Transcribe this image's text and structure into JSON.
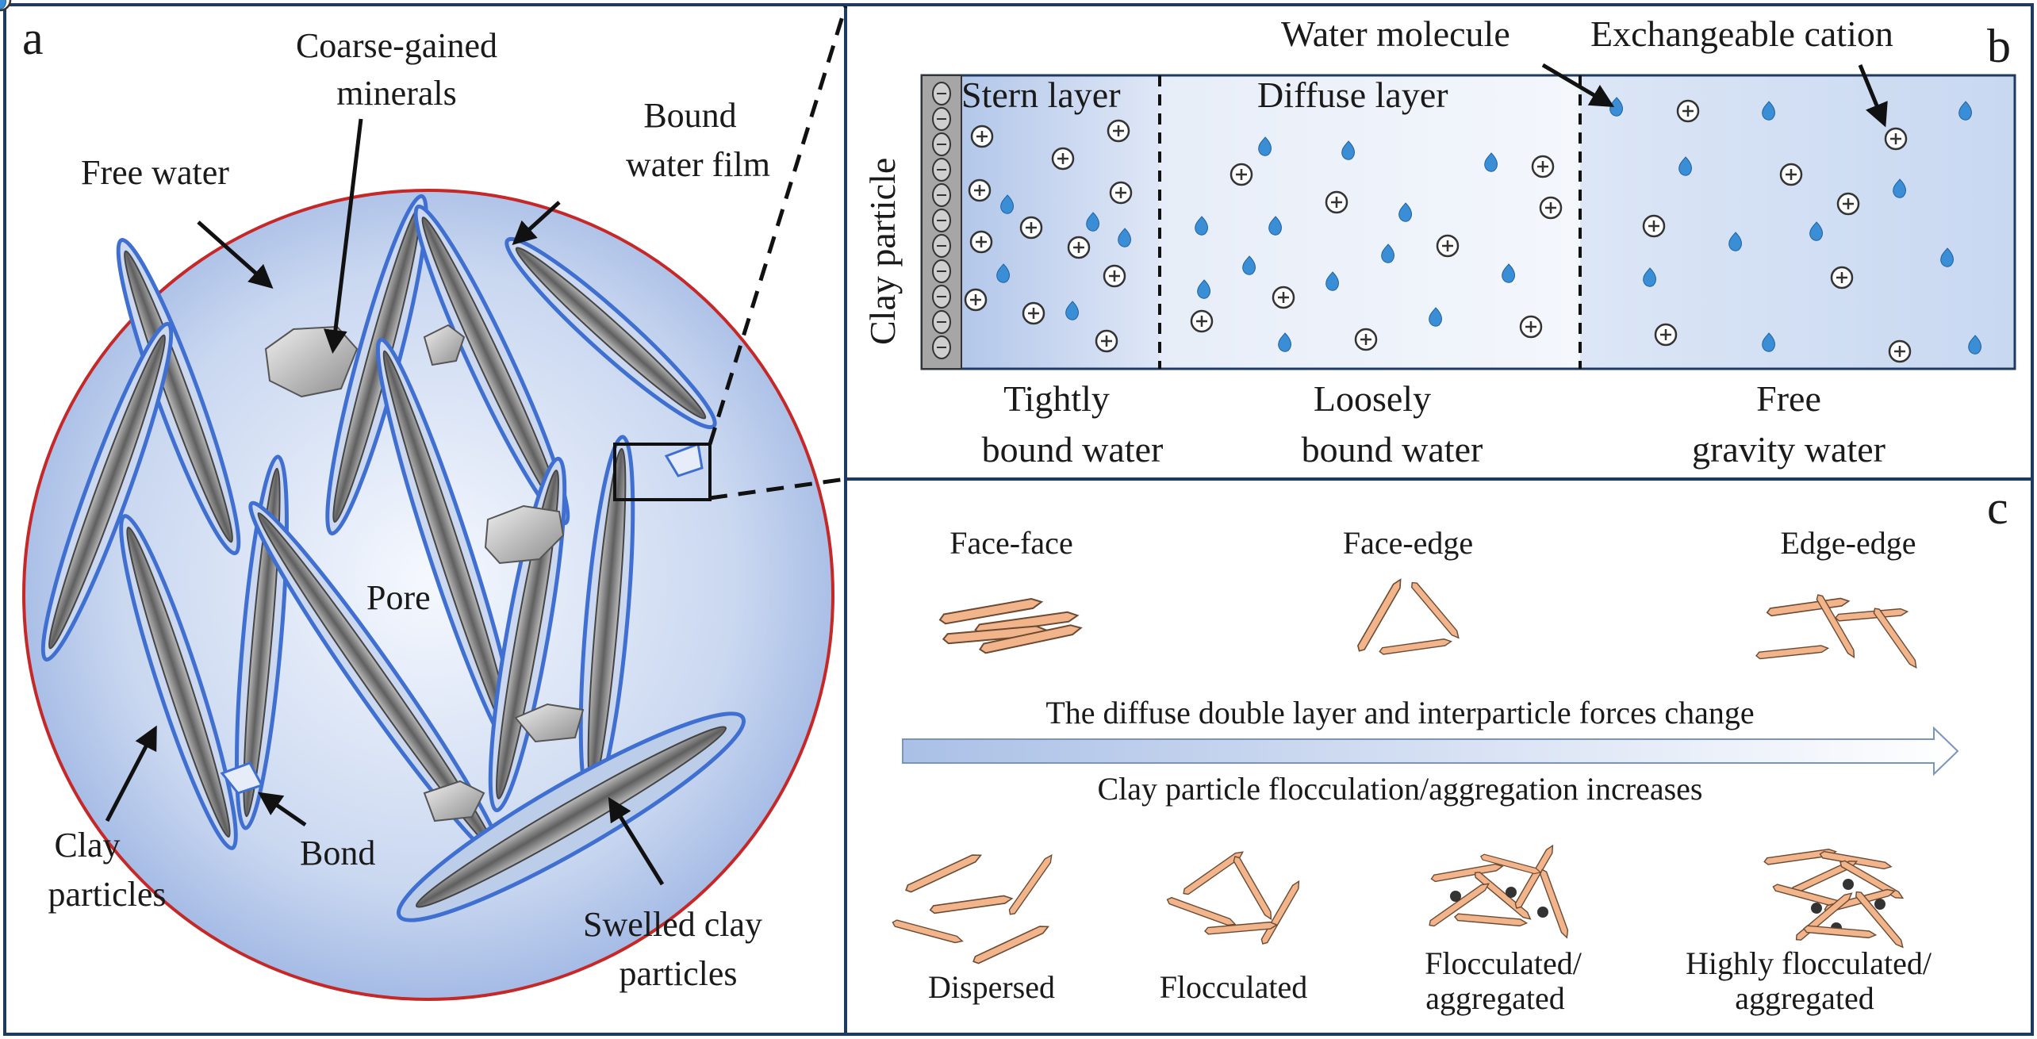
{
  "panel_a": {
    "letter": "a",
    "coarse": [
      "Coarse-gained",
      "minerals"
    ],
    "free_water": "Free water",
    "bound_film": [
      "Bound",
      "water film"
    ],
    "pore": "Pore",
    "clay_particles": [
      "Clay",
      "particles"
    ],
    "bond": "Bond",
    "swelled": [
      "Swelled clay",
      "particles"
    ]
  },
  "panel_b": {
    "letter": "b",
    "water_molecule": "Water molecule",
    "cation": "Exchangeable cation",
    "clay_particle": "Clay particle",
    "stern": "Stern layer",
    "diffuse": "Diffuse layer",
    "tightly": [
      "Tightly",
      "bound water"
    ],
    "loosely": [
      "Loosely",
      "bound water"
    ],
    "free": [
      "Free",
      "gravity water"
    ]
  },
  "panel_c": {
    "letter": "c",
    "face_face": "Face-face",
    "face_edge": "Face-edge",
    "edge_edge": "Edge-edge",
    "arrow_top": "The diffuse double layer and interparticle forces change",
    "arrow_bottom": "Clay particle flocculation/aggregation increases",
    "dispersed": "Dispersed",
    "flocculated": "Flocculated",
    "flocc_agg": [
      "Flocculated/",
      "aggregated"
    ],
    "highly": [
      "Highly flocculated/",
      "aggregated"
    ]
  },
  "colors": {
    "circle_border": "#c62828",
    "bound_film": "#3f6fd1",
    "clay_gray": "#8a8a8a",
    "particle_orange": "#f2b48a",
    "panel_border": "#1f3a60",
    "water_drop": "#3a8ed6"
  }
}
